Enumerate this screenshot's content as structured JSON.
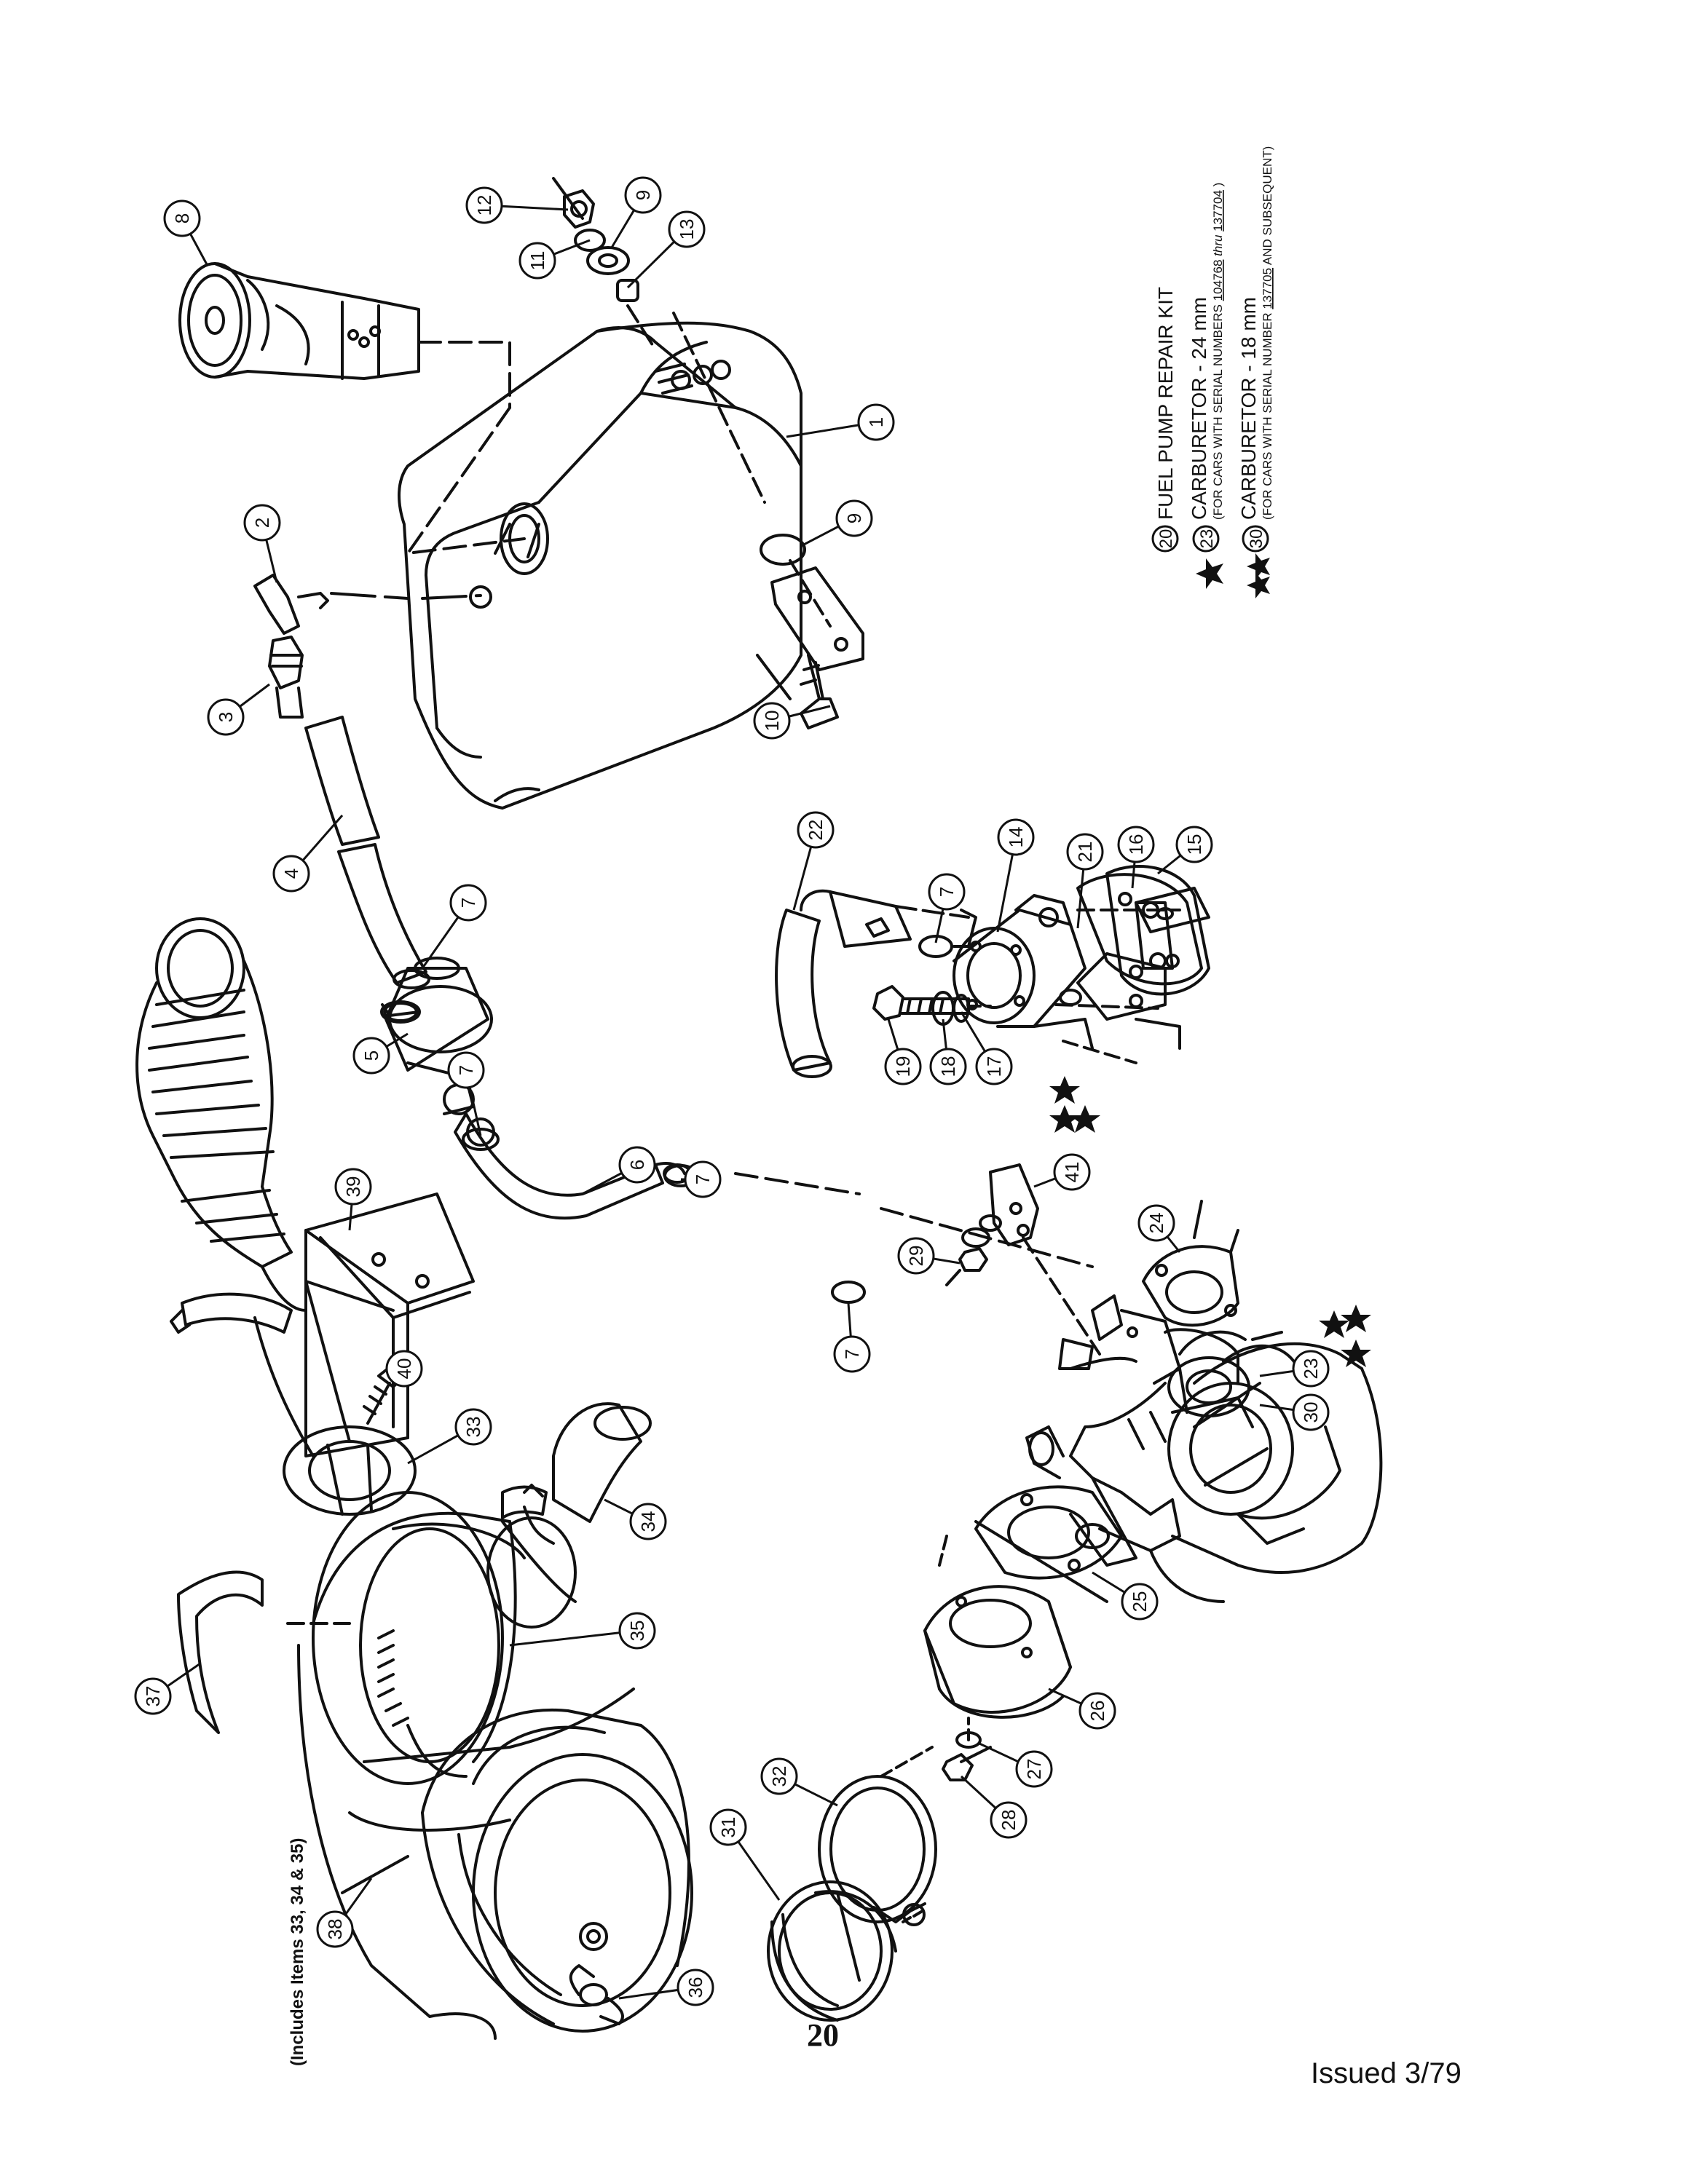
{
  "page_number": "20",
  "issued": "Issued 3/79",
  "callouts": [
    "1",
    "2",
    "3",
    "4",
    "5",
    "6",
    "7",
    "8",
    "9",
    "10",
    "11",
    "12",
    "13",
    "14",
    "15",
    "16",
    "17",
    "18",
    "19",
    "21",
    "22",
    "24",
    "25",
    "26",
    "27",
    "28",
    "29",
    "31",
    "32",
    "33",
    "34",
    "35",
    "36",
    "37",
    "38",
    "39",
    "40",
    "41",
    "23",
    "30"
  ],
  "note_38": "(Includes Items 33, 34 & 35)",
  "legend": {
    "kit": {
      "num": "20",
      "title": "FUEL PUMP REPAIR KIT"
    },
    "carb24": {
      "num": "23",
      "title": "CARBURETOR - 24 mm",
      "sub_a": "(FOR CARS WITH SERIAL NUMBERS",
      "serial_from": "104768",
      "thru": "thru",
      "serial_to": "137704",
      "sub_end": ")"
    },
    "carb18": {
      "num": "30",
      "title": "CARBURETOR - 18 mm",
      "sub_a": "(FOR CARS WITH SERIAL NUMBER",
      "serial_from": "137705",
      "sub_end": "AND SUBSEQUENT)"
    }
  }
}
